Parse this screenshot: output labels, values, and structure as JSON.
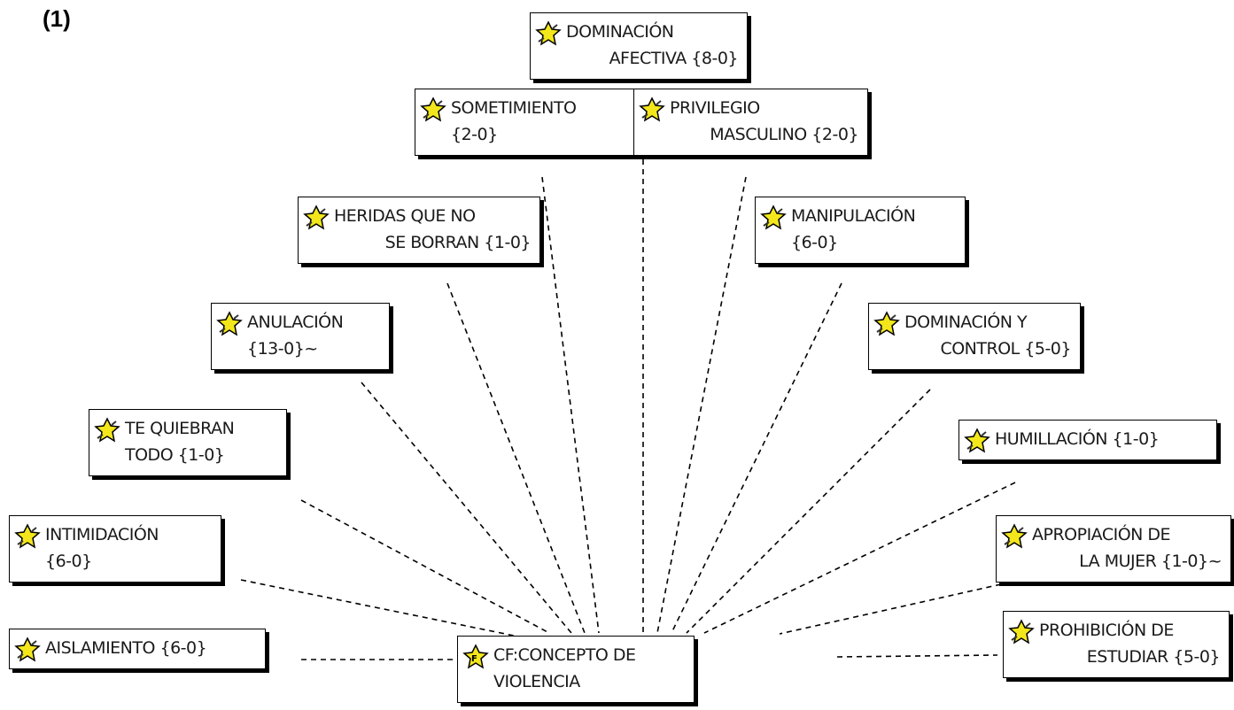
{
  "figure_label": "(1)",
  "center": {
    "line1": "CF:CONCEPTO DE",
    "line2": "VIOLENCIA"
  },
  "nodes": [
    {
      "id": "dominacion-afectiva",
      "line1": "DOMINACIÓN",
      "line2": "AFECTIVA {8-0}"
    },
    {
      "id": "sometimiento",
      "line1": "SOMETIMIENTO",
      "line2": "{2-0}"
    },
    {
      "id": "privilegio-masculino",
      "line1": "PRIVILEGIO",
      "line2": "MASCULINO {2-0}"
    },
    {
      "id": "heridas",
      "line1": "HERIDAS QUE NO",
      "line2": "SE BORRAN {1-0}"
    },
    {
      "id": "manipulacion",
      "line1": "MANIPULACIÓN",
      "line2": "{6-0}"
    },
    {
      "id": "anulacion",
      "line1": "ANULACIÓN",
      "line2": "{13-0}~"
    },
    {
      "id": "dominacion-control",
      "line1": "DOMINACIÓN Y",
      "line2": "CONTROL {5-0}"
    },
    {
      "id": "te-quiebran",
      "line1": "TE QUIEBRAN",
      "line2": "TODO {1-0}"
    },
    {
      "id": "humillacion",
      "line1": "HUMILLACIÓN {1-0}",
      "line2": ""
    },
    {
      "id": "intimidacion",
      "line1": "INTIMIDACIÓN",
      "line2": "{6-0}"
    },
    {
      "id": "apropiacion",
      "line1": "APROPIACIÓN DE",
      "line2": "LA MUJER {1-0}~"
    },
    {
      "id": "aislamiento",
      "line1": "AISLAMIENTO {6-0}",
      "line2": ""
    },
    {
      "id": "prohibicion",
      "line1": "PROHIBICIÓN DE",
      "line2": "ESTUDIAR {5-0}"
    }
  ]
}
